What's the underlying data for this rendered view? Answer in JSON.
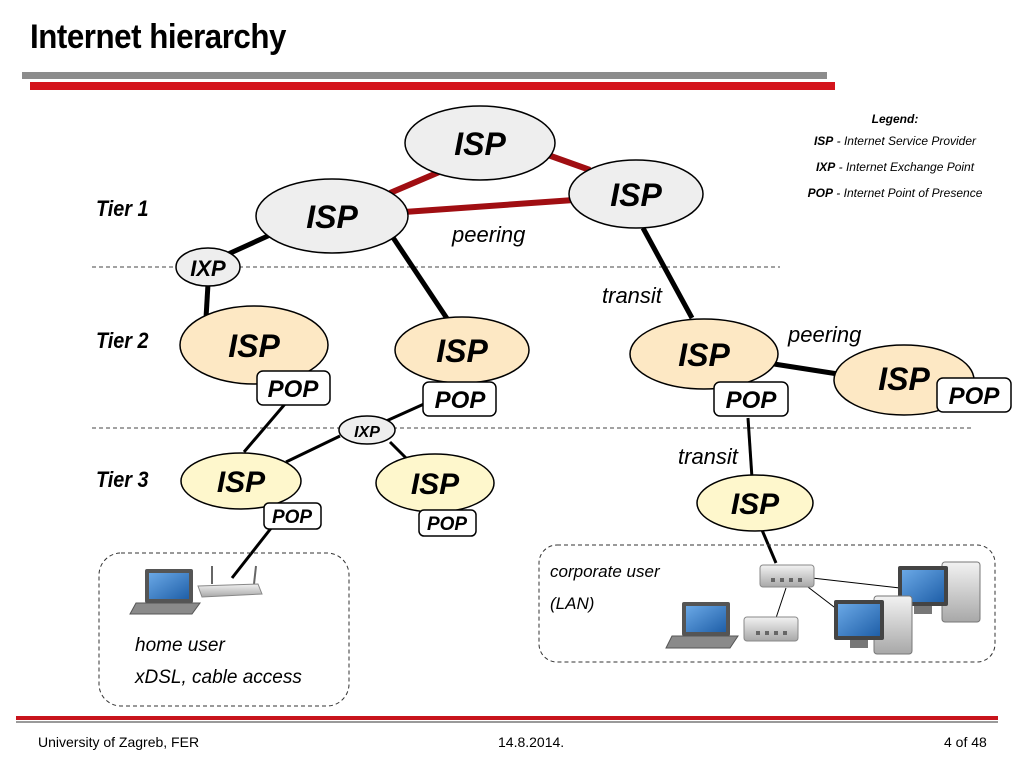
{
  "title": "Internet hierarchy",
  "legend": {
    "heading": "Legend:",
    "items": [
      {
        "abbr": "ISP",
        "text": " - Internet Service Provider"
      },
      {
        "abbr": "IXP",
        "text": " - Internet Exchange Point"
      },
      {
        "abbr": "POP",
        "text": " - Internet Point of Presence"
      }
    ]
  },
  "tiers": [
    "Tier 1",
    "Tier 2",
    "Tier 3"
  ],
  "link_labels": {
    "peering_top": "peering",
    "transit_top": "transit",
    "peering_right": "peering",
    "transit_right": "transit"
  },
  "nodes": {
    "isp": "ISP",
    "pop": "POP",
    "ixp": "IXP"
  },
  "home_user": {
    "line1": "home user",
    "line2": "xDSL, cable access"
  },
  "corporate_user": {
    "line1": "corporate user",
    "line2": "(LAN)"
  },
  "colors": {
    "tier1": "#eeeeee",
    "tier2": "#fde8c4",
    "tier3": "#fef7cc",
    "peering_link": "#a00e12",
    "accent_red": "#d4141c"
  },
  "footer": {
    "left": "University of Zagreb, FER",
    "center": "14.8.2014.",
    "right": "4 of 48"
  }
}
